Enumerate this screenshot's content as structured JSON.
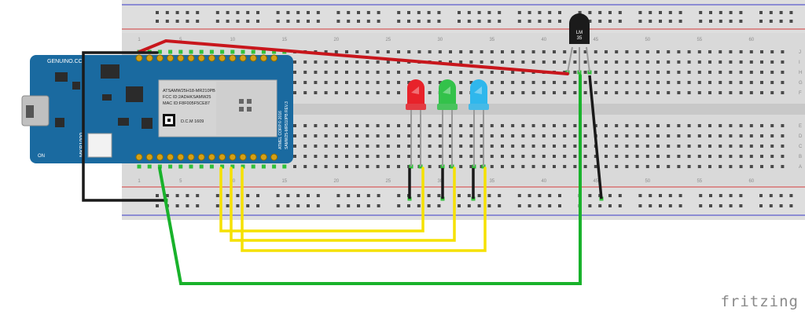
{
  "watermark": {
    "text": "fritzing"
  },
  "breadboard": {
    "column_labels": [
      "1",
      "5",
      "10",
      "15",
      "20",
      "25",
      "30",
      "35",
      "40",
      "45",
      "50",
      "55",
      "60"
    ],
    "top_rows": [
      "J",
      "I",
      "H",
      "G",
      "F"
    ],
    "bottom_rows": [
      "E",
      "D",
      "C",
      "B",
      "A"
    ]
  },
  "board": {
    "brand": "GENUINO.CC",
    "model": "MKR1000",
    "label": "ON",
    "module_text": [
      "ATSAMW25H18-MR210PB",
      "FCC ID:2ADHKSAMW25",
      "MAC ID:F8F005F5CE87",
      "D.C.M 1609"
    ],
    "module_side_text": [
      "ATMEL CORP.© 2016",
      "SAMW25-MR510PB REV.3"
    ]
  },
  "sensor": {
    "label_line1": "LM",
    "label_line2": "35"
  },
  "leds": [
    {
      "name": "red-led",
      "color": "#e8222a"
    },
    {
      "name": "green-led",
      "color": "#33c24a"
    },
    {
      "name": "blue-led",
      "color": "#2fb7ec"
    }
  ],
  "wires": {
    "red": "#c8161c",
    "black": "#1a1a1a",
    "yellow": "#f5e100",
    "green": "#19b22b"
  }
}
